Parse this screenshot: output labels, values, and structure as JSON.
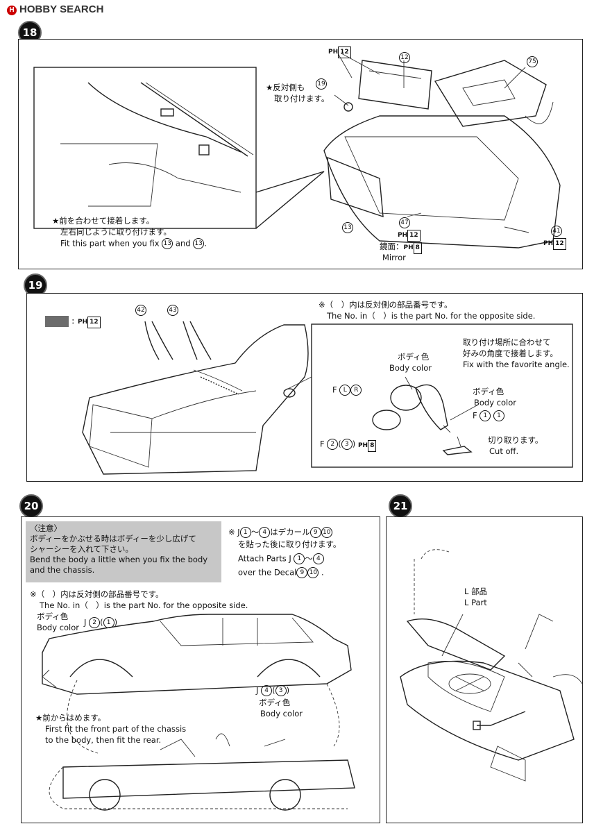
{
  "header": {
    "logo_text": "HOBBY SEARCH"
  },
  "steps": [
    "18",
    "19",
    "20",
    "21"
  ],
  "step18": {
    "note_jp_1": "★前を合わせて接着します。",
    "note_jp_2": "左右同じように取り付けます。",
    "note_en_a": "Fit this part when you fix",
    "note_en_and": "and",
    "note_en_end": ".",
    "part13": "13",
    "other_side_jp_1": "★反対側も",
    "other_side_jp_2": "取り付けます。",
    "part19": "19",
    "part12": "12",
    "part75": "75",
    "part47": "47",
    "part41": "41",
    "ph_label": "PH",
    "ph_12": "12",
    "ph_8": "8",
    "mirror_jp": "鏡面：",
    "mirror_en": "Mirror"
  },
  "step19": {
    "part42": "42",
    "part43": "43",
    "color_swatch_label": "：",
    "ph_label": "PH",
    "ph_12": "12",
    "ph_8": "8",
    "note_jp": "※（　）内は反対側の部品番号です。",
    "note_en_a": "The No. in（　）is the part No. for the opposite side.",
    "fix_jp_1": "取り付け場所に合わせて",
    "fix_jp_2": "好みの角度で接着します。",
    "fix_en": "Fix with the favorite angle.",
    "body_color_jp": "ボディ色",
    "body_color_en": "Body color",
    "fL": "F",
    "L": "L",
    "R": "R",
    "F2": "F",
    "n2": "2",
    "n3": "3",
    "F1": "F",
    "n1a": "1",
    "n1b": "1",
    "cut_jp": "切り取ります。",
    "cut_en": "Cut off."
  },
  "step20": {
    "caution_title": "〈注意〉",
    "caution_jp_1": "ボディーをかぶせる時はボディーを少し広げて",
    "caution_jp_2": "シャーシーを入れて下さい。",
    "caution_en_1": "Bend the body a little when you fix the body",
    "caution_en_2": "and the chassis.",
    "decal_jp_a": "※ J",
    "decal_jp_b": "～",
    "decal_jp_c": "はデカール",
    "decal_jp_d": "を貼った後に取り付けます。",
    "decal_en_a": "Attach Parts J",
    "decal_en_b": "over the Decal",
    "d9": "9",
    "d10": "10",
    "j1": "1",
    "j4": "4",
    "note_jp": "※（　）内は反対側の部品番号です。",
    "note_en": "The No. in（　）is the part No. for the opposite side.",
    "body_color_jp": "ボディ色",
    "body_color_en": "Body color",
    "J_a": "J",
    "n2": "2",
    "n1": "1",
    "J_b": "J",
    "n4": "4",
    "n3": "3",
    "front_jp": "★前からはめます。",
    "front_en_1": "First fit the front part of the chassis",
    "front_en_2": "to the body, then fit the rear."
  },
  "step21": {
    "lpart_jp": "L 部品",
    "lpart_en": "L Part"
  }
}
